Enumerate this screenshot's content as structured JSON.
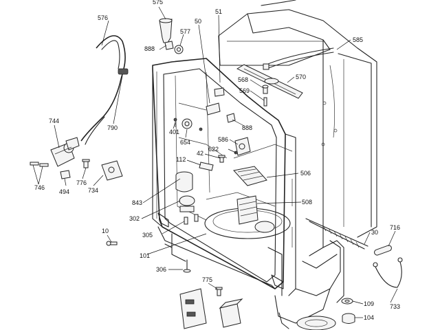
{
  "diagram": {
    "type": "exploded parts diagram",
    "callouts": [
      {
        "id": "c575",
        "label": "575"
      },
      {
        "id": "c51",
        "label": "51"
      },
      {
        "id": "c576",
        "label": "576"
      },
      {
        "id": "c50",
        "label": "50"
      },
      {
        "id": "c577",
        "label": "577"
      },
      {
        "id": "c585",
        "label": "585"
      },
      {
        "id": "c888a",
        "label": "888"
      },
      {
        "id": "c570",
        "label": "570"
      },
      {
        "id": "c568",
        "label": "568"
      },
      {
        "id": "c569",
        "label": "569"
      },
      {
        "id": "c401",
        "label": "401"
      },
      {
        "id": "c790",
        "label": "790"
      },
      {
        "id": "c888b",
        "label": "888"
      },
      {
        "id": "c744",
        "label": "744"
      },
      {
        "id": "c654",
        "label": "654"
      },
      {
        "id": "c586",
        "label": "586"
      },
      {
        "id": "c622",
        "label": "622"
      },
      {
        "id": "c42",
        "label": "42"
      },
      {
        "id": "c112",
        "label": "112"
      },
      {
        "id": "c506",
        "label": "506"
      },
      {
        "id": "c746",
        "label": "746"
      },
      {
        "id": "c776",
        "label": "776"
      },
      {
        "id": "c494",
        "label": "494"
      },
      {
        "id": "c734",
        "label": "734"
      },
      {
        "id": "c843",
        "label": "843"
      },
      {
        "id": "c508",
        "label": "508"
      },
      {
        "id": "c302",
        "label": "302"
      },
      {
        "id": "c30",
        "label": "30"
      },
      {
        "id": "c716",
        "label": "716"
      },
      {
        "id": "c10",
        "label": "10"
      },
      {
        "id": "c305",
        "label": "305"
      },
      {
        "id": "c101",
        "label": "101"
      },
      {
        "id": "c306",
        "label": "306"
      },
      {
        "id": "c775",
        "label": "775"
      },
      {
        "id": "c109",
        "label": "109"
      },
      {
        "id": "c733",
        "label": "733"
      },
      {
        "id": "c104",
        "label": "104"
      }
    ]
  }
}
